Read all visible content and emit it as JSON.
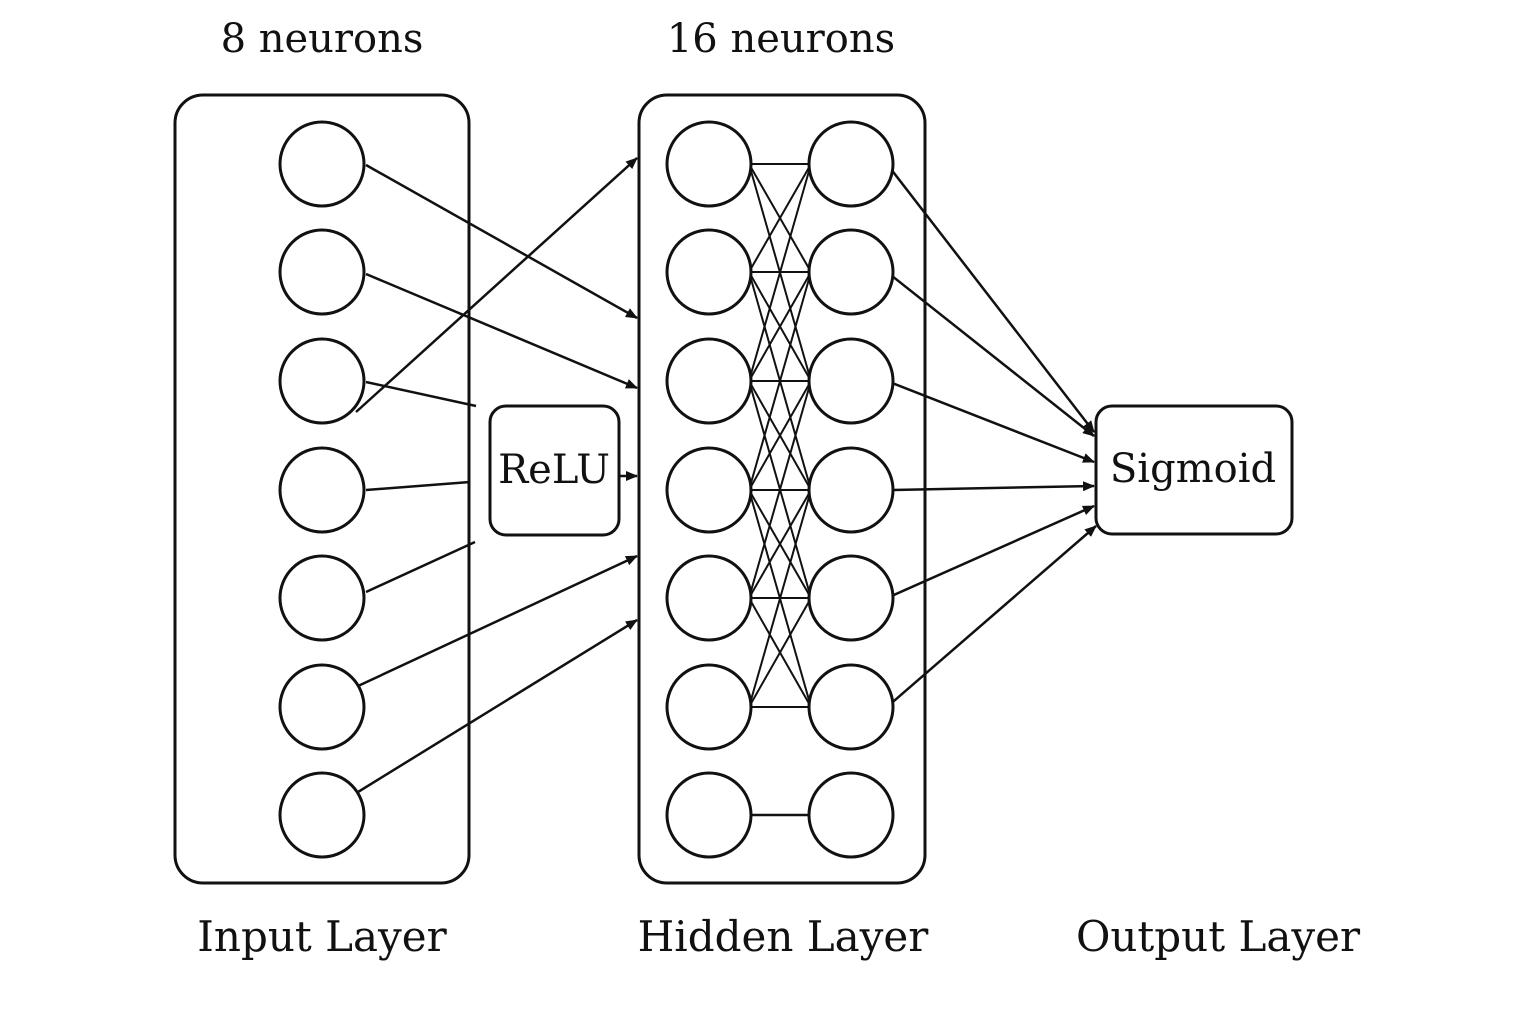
{
  "labels": {
    "input_count": "8 neurons",
    "hidden_count": "16 neurons",
    "input_layer": "Input Layer",
    "hidden_layer": "Hidden Layer",
    "output_layer": "Output Layer",
    "relu": "ReLU",
    "sigmoid": "Sigmoid"
  },
  "colors": {
    "stroke": "#111111",
    "background": "#ffffff"
  }
}
